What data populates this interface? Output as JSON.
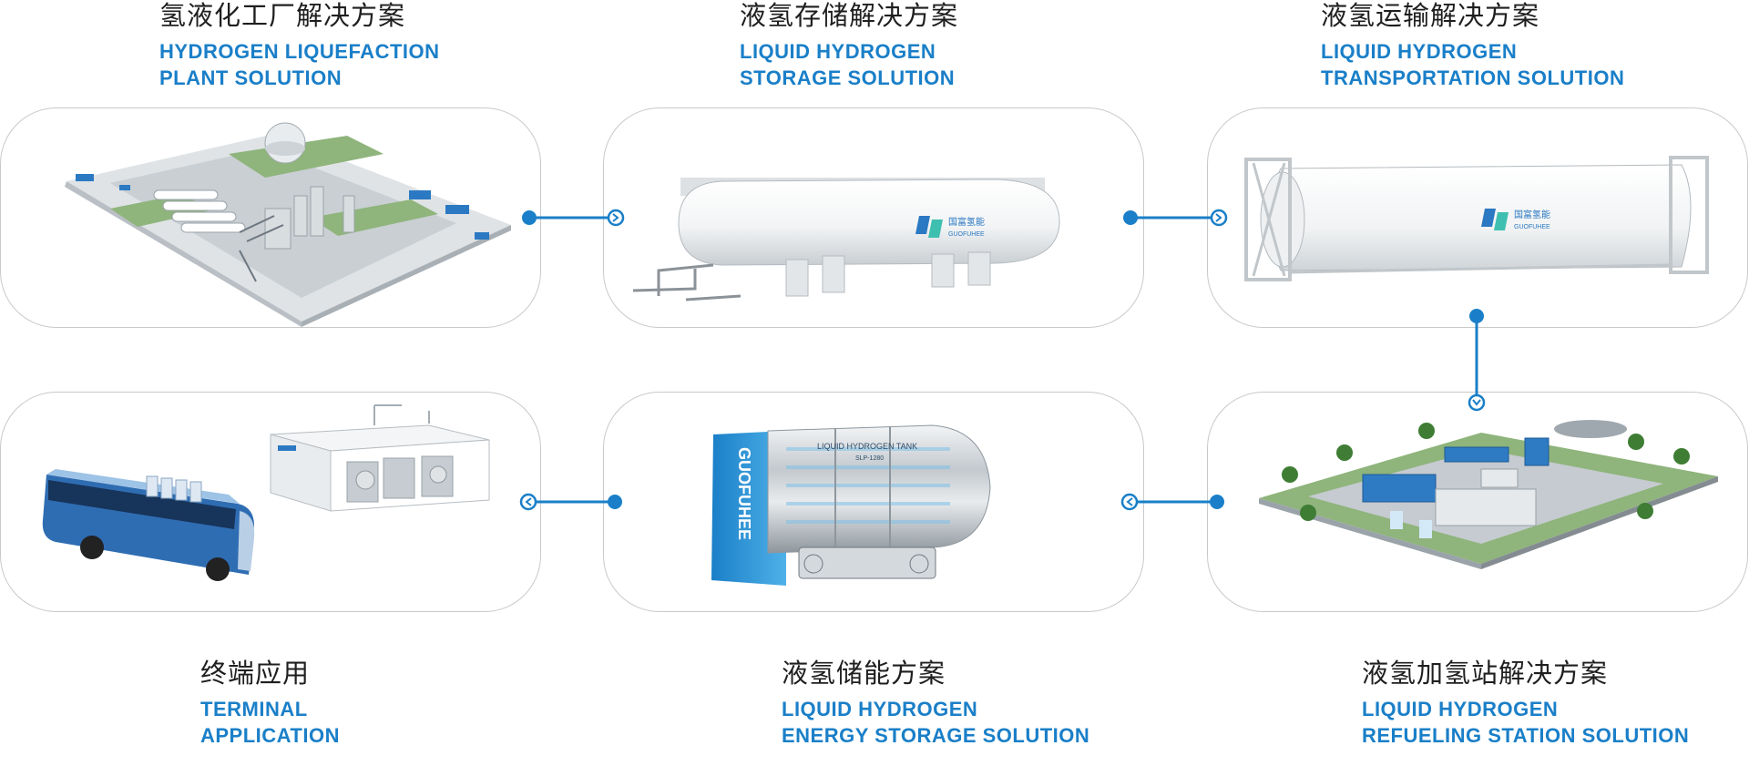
{
  "colors": {
    "accent": "#1a7fc8",
    "border": "#c9c9c9",
    "text": "#1f1f1f"
  },
  "steps": [
    {
      "zh": "氢液化工厂解决方案",
      "en1": "HYDROGEN LIQUEFACTION",
      "en2": "PLANT SOLUTION",
      "image": "liquefaction-plant-illustration"
    },
    {
      "zh": "液氢存储解决方案",
      "en1": "LIQUID HYDROGEN",
      "en2": "STORAGE SOLUTION",
      "image": "storage-tank-illustration",
      "logo_text": "国富氢能",
      "logo_sub": "GUOFUHEE"
    },
    {
      "zh": "液氢运输解决方案",
      "en1": "LIQUID HYDROGEN",
      "en2": "TRANSPORTATION SOLUTION",
      "image": "tank-container-illustration",
      "logo_text": "国富氢能",
      "logo_sub": "GUOFUHEE"
    },
    {
      "zh": "液氢加氢站解决方案",
      "en1": "LIQUID HYDROGEN",
      "en2": "REFUELING STATION SOLUTION",
      "image": "refueling-station-illustration"
    },
    {
      "zh": "液氢储能方案",
      "en1": "LIQUID HYDROGEN",
      "en2": "ENERGY STORAGE SOLUTION",
      "image": "energy-storage-tank-illustration",
      "brand_vertical": "GUOFUHEE",
      "tank_text": "LIQUID HYDROGEN TANK",
      "tank_sub": "SLP-1280"
    },
    {
      "zh": "终端应用",
      "en1": "TERMINAL",
      "en2": "APPLICATION",
      "image": "terminal-bus-and-module-illustration"
    }
  ]
}
